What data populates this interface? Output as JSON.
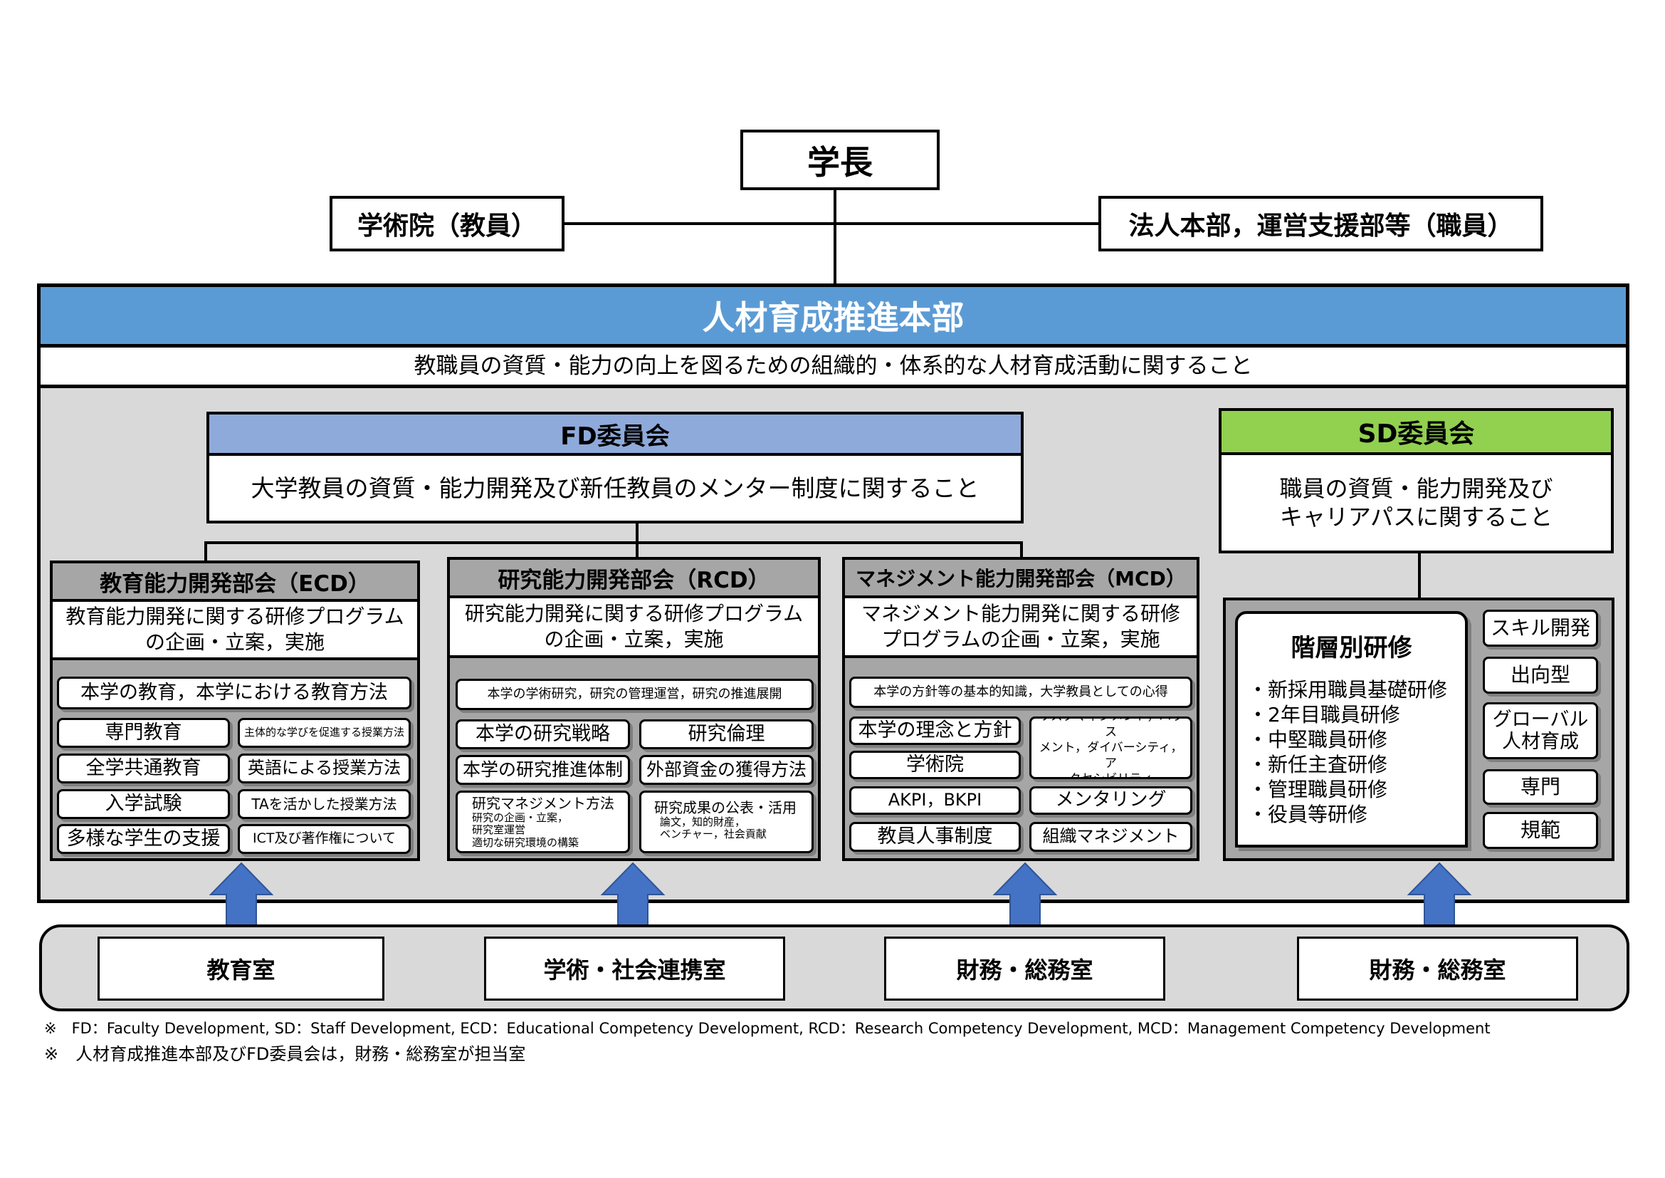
{
  "top": {
    "president": "学長",
    "academic": "学術院（教員）",
    "corporate": "法人本部，運営支援部等（職員）"
  },
  "hq": {
    "title": "人材育成推進本部",
    "description": "教職員の資質・能力の向上を図るための組織的・体系的な人材育成活動に関すること"
  },
  "fd": {
    "title": "FD委員会",
    "description": "大学教員の資質・能力開発及び新任教員のメンター制度に関すること"
  },
  "sd": {
    "title": "SD委員会",
    "description_line1": "職員の資質・能力開発及び",
    "description_line2": "キャリアパスに関すること"
  },
  "ecd": {
    "title": "教育能力開発部会（ECD）",
    "desc_line1": "教育能力開発に関する研修プログラム",
    "desc_line2": "の企画・立案，実施",
    "wide": "本学の教育，本学における教育方法",
    "left": [
      "専門教育",
      "全学共通教育",
      "入学試験",
      "多様な学生の支援"
    ],
    "right": [
      "主体的な学びを促進する授業方法",
      "英語による授業方法",
      "TAを活かした授業方法",
      "ICT及び著作権について"
    ]
  },
  "rcd": {
    "title": "研究能力開発部会（RCD）",
    "desc_line1": "研究能力開発に関する研修プログラム",
    "desc_line2": "の企画・立案，実施",
    "wide": "本学の学術研究，研究の管理運営，研究の推進展開",
    "left": [
      "本学の研究戦略",
      "本学の研究推進体制"
    ],
    "right": [
      "研究倫理",
      "外部資金の獲得方法"
    ],
    "mgmt_title": "研究マネジメント方法",
    "mgmt_items": [
      "研究の企画・立案，",
      "研究室運営",
      "適切な研究環境の構築"
    ],
    "output_title": "研究成果の公表・活用",
    "output_items": [
      "論文，知的財産，",
      "ベンチャー，社会貢献"
    ]
  },
  "mcd": {
    "title": "マネジメント能力開発部会（MCD）",
    "desc_line1": "マネジメント能力開発に関する研修",
    "desc_line2": "プログラムの企画・立案，実施",
    "wide": "本学の方針等の基本的知識，大学教員としての心得",
    "left": [
      "本学の理念と方針",
      "学術院",
      "AKPI，BKPI",
      "教員人事制度"
    ],
    "risk_lines": [
      "リスクマネジメント，ハラス",
      "メント，ダイバーシティ，ア",
      "クセシビリティ"
    ],
    "right": [
      "メンタリング",
      "組織マネジメント"
    ]
  },
  "training": {
    "title": "階層別研修",
    "items": [
      "・新採用職員基礎研修",
      "・2年目職員研修",
      "・中堅職員研修",
      "・新任主査研修",
      "・管理職員研修",
      "・役員等研修"
    ],
    "side": [
      "スキル開発",
      "出向型",
      "グローバル人材育成",
      "専門",
      "規範"
    ],
    "global_line1": "グローバル",
    "global_line2": "人材育成"
  },
  "offices": [
    "教育室",
    "学術・社会連携室",
    "財務・総務室",
    "財務・総務室"
  ],
  "notes": [
    "※　FD：Faculty Development, SD：Staff Development, ECD：Educational Competency Development, RCD：Research Competency Development, MCD：Management Competency Development",
    "※　人材育成推進本部及びFD委員会は，財務・総務室が担当室"
  ],
  "colors": {
    "hq_blue": "#5b9bd5",
    "fd_blue": "#8eaadb",
    "sd_green": "#92d050",
    "panel_gray": "#d9d9d9",
    "sub_gray": "#a6a6a6",
    "arrow_blue": "#4472c4"
  }
}
